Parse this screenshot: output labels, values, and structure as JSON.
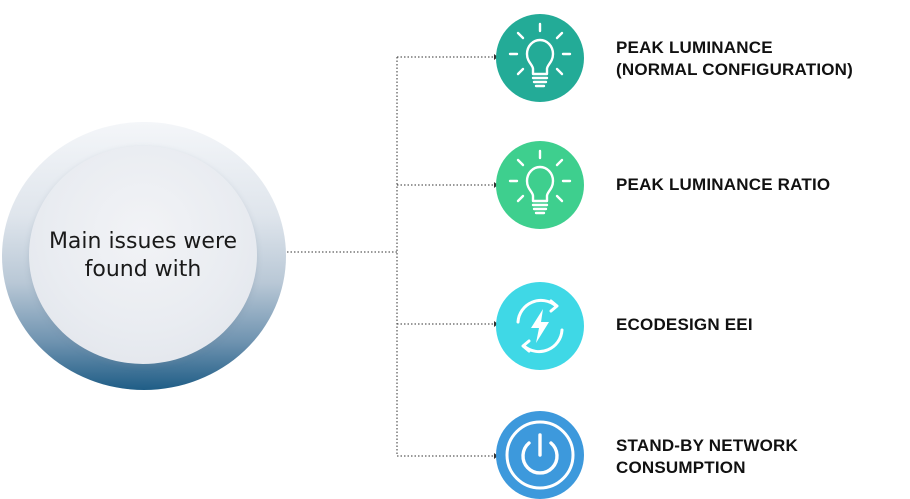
{
  "hub": {
    "line1": "Main issues were",
    "line2": "found with"
  },
  "items": [
    {
      "icon": "lightbulb-icon",
      "color": "#23ab97",
      "line1": "PEAK LUMINANCE",
      "line2": "(NORMAL CONFIGURATION)"
    },
    {
      "icon": "lightbulb-icon",
      "color": "#3ecf8e",
      "line1": "PEAK LUMINANCE RATIO",
      "line2": ""
    },
    {
      "icon": "energy-cycle-icon",
      "color": "#3fd8e6",
      "line1": "ECODESIGN EEI",
      "line2": ""
    },
    {
      "icon": "power-icon",
      "color": "#3d99dc",
      "line1": "STAND-BY NETWORK",
      "line2": "CONSUMPTION"
    }
  ]
}
